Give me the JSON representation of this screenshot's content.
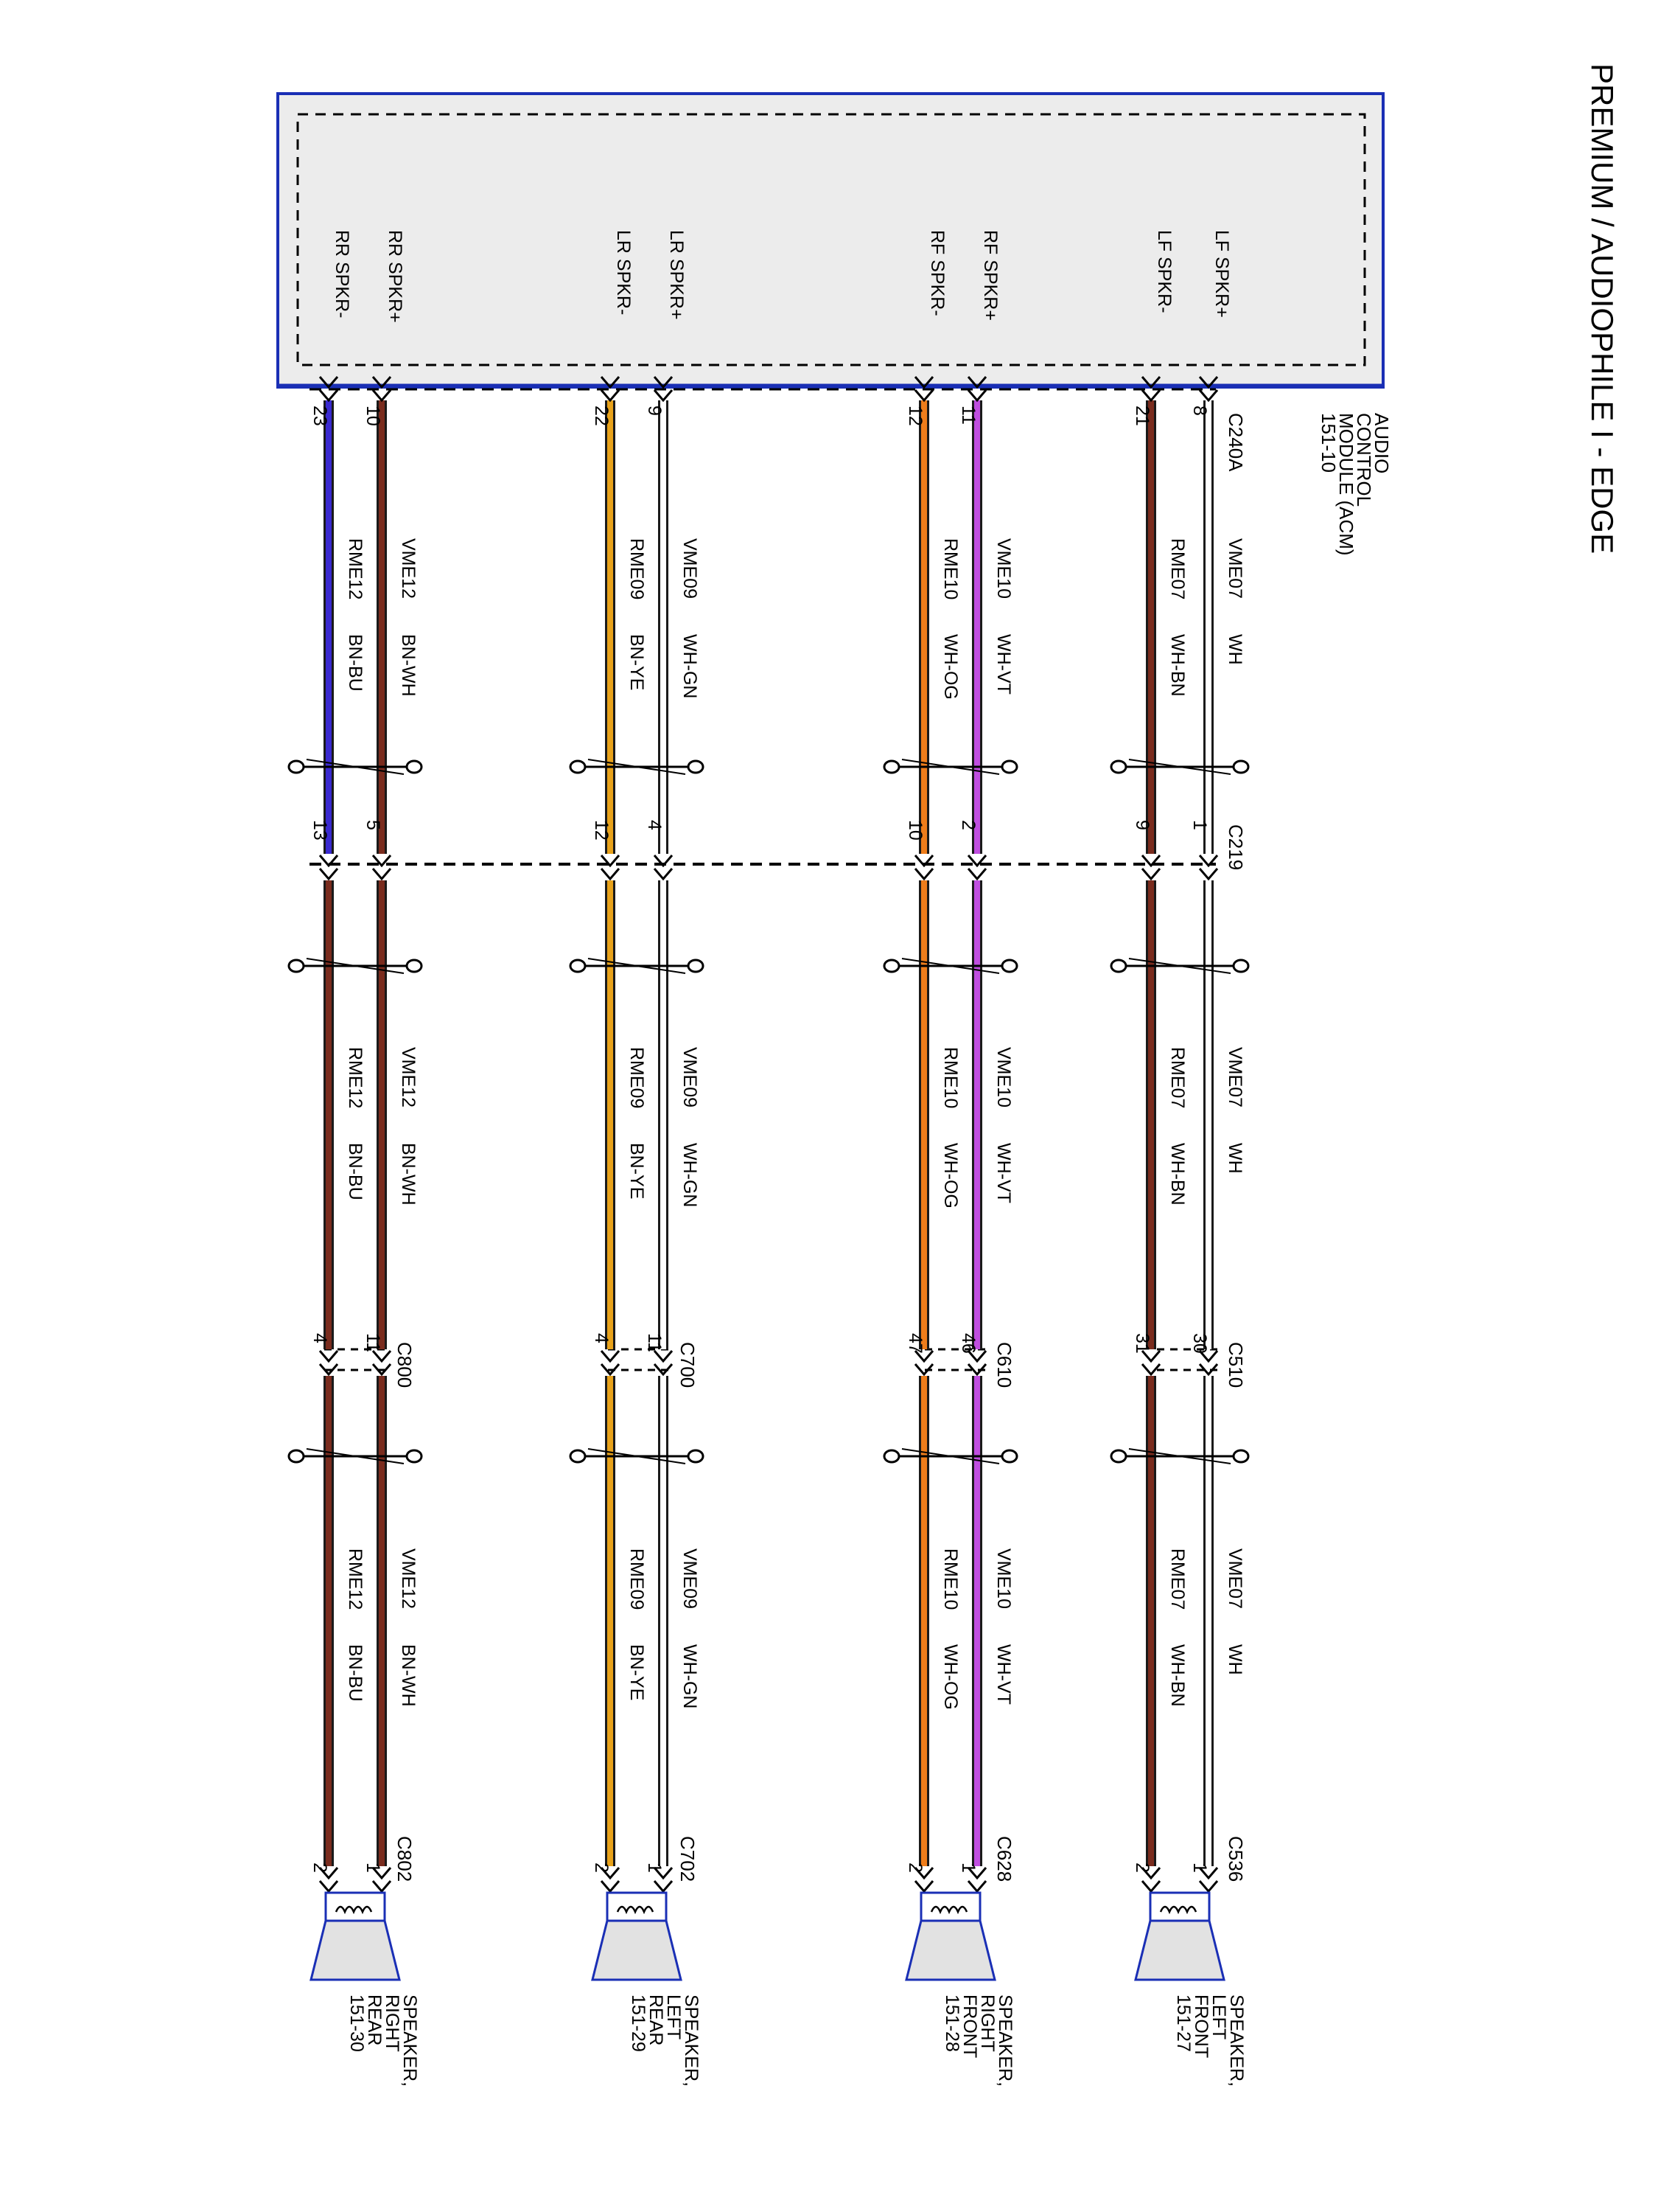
{
  "title": "PREMIUM / AUDIOPHILE I - EDGE",
  "module": {
    "name_lines": [
      "AUDIO",
      "CONTROL",
      "MODULE (ACM)",
      "151-10"
    ],
    "connector": "C240A"
  },
  "inline_connectors": {
    "c219": "C219",
    "c510": "C510",
    "c610": "C610",
    "c700": "C700",
    "c800": "C800",
    "c536": "C536",
    "c628": "C628",
    "c702": "C702",
    "c802": "C802"
  },
  "colors": {
    "module_border": "#1a2fb5",
    "module_fill": "#ececec",
    "speaker_border": "#1a2fb5",
    "speaker_fill": "#e2e2e2",
    "wire_outline": "#1a1a1a",
    "WH": "#ffffff",
    "WH-BN": "#7a2c1e",
    "WH-VT": "#c04ee0",
    "WH-OG": "#ee7d1b",
    "WH-GN": "#ffffff",
    "BN-YE": "#e8a21a",
    "BN-WH": "#7a2c1e",
    "BN-BU": "#7a2c1e",
    "BN-BU-first": "#3a2ad0"
  },
  "channels": [
    {
      "key": "lf",
      "speaker": [
        "SPEAKER,",
        "LEFT",
        "FRONT",
        "151-27"
      ],
      "wires": [
        {
          "signal": "LF SPKR+",
          "circuit": "VME07",
          "color": "WH",
          "acm_pin": "8",
          "c219_pin": "1",
          "mid_pin": "30",
          "spk_pin": "1"
        },
        {
          "signal": "LF SPKR-",
          "circuit": "RME07",
          "color": "WH-BN",
          "acm_pin": "21",
          "c219_pin": "9",
          "mid_pin": "31",
          "spk_pin": "2"
        }
      ]
    },
    {
      "key": "rf",
      "speaker": [
        "SPEAKER,",
        "RIGHT",
        "FRONT",
        "151-28"
      ],
      "wires": [
        {
          "signal": "RF SPKR+",
          "circuit": "VME10",
          "color": "WH-VT",
          "acm_pin": "11",
          "c219_pin": "2",
          "mid_pin": "46",
          "spk_pin": "1"
        },
        {
          "signal": "RF SPKR-",
          "circuit": "RME10",
          "color": "WH-OG",
          "acm_pin": "12",
          "c219_pin": "10",
          "mid_pin": "47",
          "spk_pin": "2"
        }
      ]
    },
    {
      "key": "lr",
      "speaker": [
        "SPEAKER,",
        "LEFT",
        "REAR",
        "151-29"
      ],
      "wires": [
        {
          "signal": "LR SPKR+",
          "circuit": "VME09",
          "color": "WH-GN",
          "acm_pin": "9",
          "c219_pin": "4",
          "mid_pin": "11",
          "spk_pin": "1"
        },
        {
          "signal": "LR SPKR-",
          "circuit": "RME09",
          "color": "BN-YE",
          "acm_pin": "22",
          "c219_pin": "12",
          "mid_pin": "4",
          "spk_pin": "2"
        }
      ]
    },
    {
      "key": "rr",
      "speaker": [
        "SPEAKER,",
        "RIGHT",
        "REAR",
        "151-30"
      ],
      "wires": [
        {
          "signal": "RR SPKR+",
          "circuit": "VME12",
          "color": "BN-WH",
          "acm_pin": "10",
          "c219_pin": "5",
          "mid_pin": "11",
          "spk_pin": "1"
        },
        {
          "signal": "RR SPKR-",
          "circuit": "RME12",
          "color": "BN-BU",
          "acm_pin": "23",
          "c219_pin": "13",
          "mid_pin": "4",
          "spk_pin": "2"
        }
      ]
    }
  ]
}
